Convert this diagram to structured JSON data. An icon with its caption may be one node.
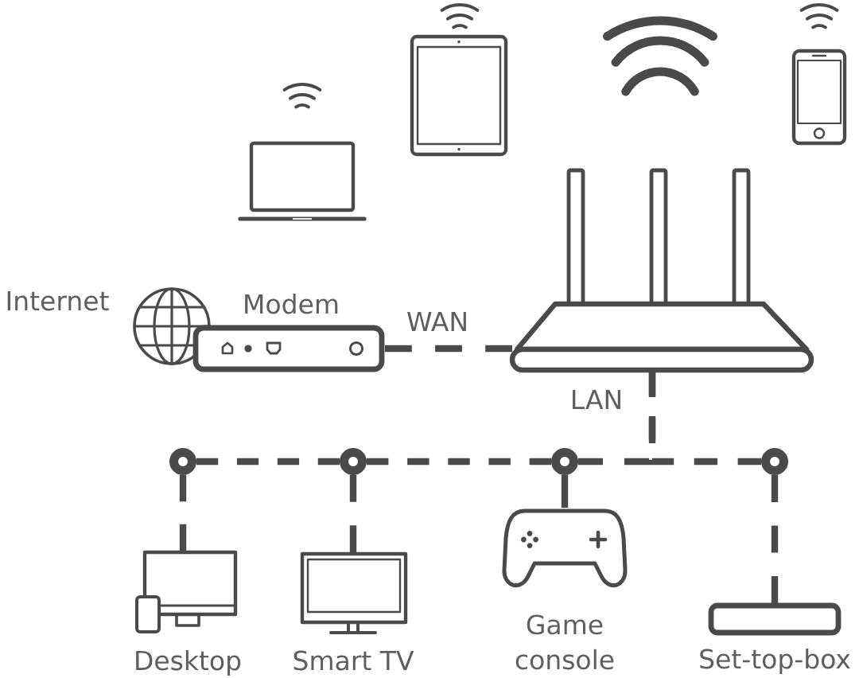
{
  "diagram": {
    "nodes": [
      {
        "text": [],
        "shape": "picture"
      },
      {
        "text": [],
        "shape": "picture"
      },
      {
        "text": [],
        "shape": "picture"
      },
      {
        "text": [],
        "shape": "picture"
      },
      {
        "text": [
          "Internet"
        ]
      },
      {
        "text": [
          "Modem"
        ]
      },
      {
        "text": [],
        "shape": "circle"
      },
      {
        "text": [],
        "shape": "circle"
      },
      {
        "text": [],
        "shape": "circle"
      },
      {
        "text": [],
        "shape": "circle"
      },
      {
        "text": [
          "Desktop"
        ]
      },
      {
        "text": [
          "Smart TV"
        ]
      },
      {
        "text": [
          "Game console"
        ]
      },
      {
        "text": [
          "Set-top-box"
        ]
      }
    ],
    "edges": [
      {
        "from": 5,
        "to": 3,
        "arrow": "none",
        "style": "dashed",
        "label": "WAN"
      },
      {
        "from": 3,
        "to": 8,
        "arrow": "none",
        "style": "dashed",
        "label": "LAN"
      },
      {
        "from": 3,
        "to": 9,
        "arrow": "none",
        "style": "dashed"
      },
      {
        "from": 6,
        "to": 7,
        "arrow": "none",
        "style": "dashed"
      },
      {
        "from": 7,
        "to": 8,
        "arrow": "none",
        "style": "dashed"
      },
      {
        "from": 6,
        "to": 10,
        "arrow": "none",
        "style": "dashed"
      },
      {
        "from": 7,
        "to": 11,
        "arrow": "none",
        "style": "dashed"
      },
      {
        "from": 8,
        "to": 12,
        "arrow": "none",
        "style": "dashed"
      },
      {
        "from": 9,
        "to": 13,
        "arrow": "none",
        "style": "dashed"
      }
    ]
  }
}
